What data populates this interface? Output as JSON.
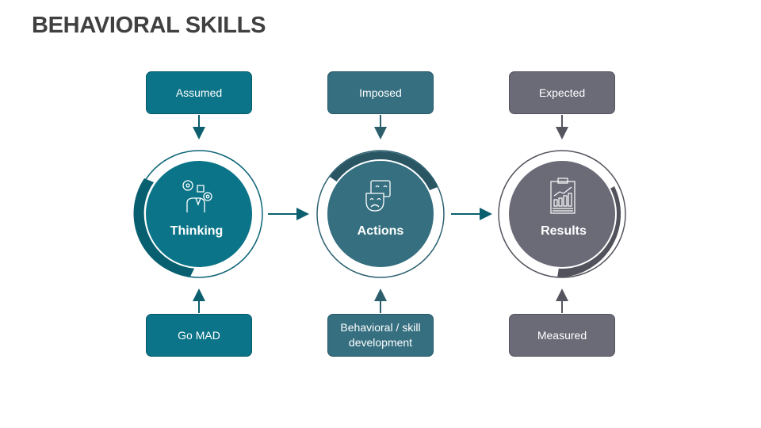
{
  "title": "BEHAVIORAL SKILLS",
  "colors": {
    "thinking": "#0b7488",
    "thinking_dark": "#075f6f",
    "actions": "#356f80",
    "actions_dark": "#2a5664",
    "results": "#6b6b78",
    "results_dark": "#52525c",
    "title_text": "#404040"
  },
  "stages": [
    {
      "label": "Thinking",
      "icon": "thinking-person-gears-icon",
      "top_box": "Assumed",
      "bottom_box": "Go MAD"
    },
    {
      "label": "Actions",
      "icon": "theater-masks-icon",
      "top_box": "Imposed",
      "bottom_box": "Behavioral / skill development"
    },
    {
      "label": "Results",
      "icon": "clipboard-chart-icon",
      "top_box": "Expected",
      "bottom_box": "Measured"
    }
  ]
}
